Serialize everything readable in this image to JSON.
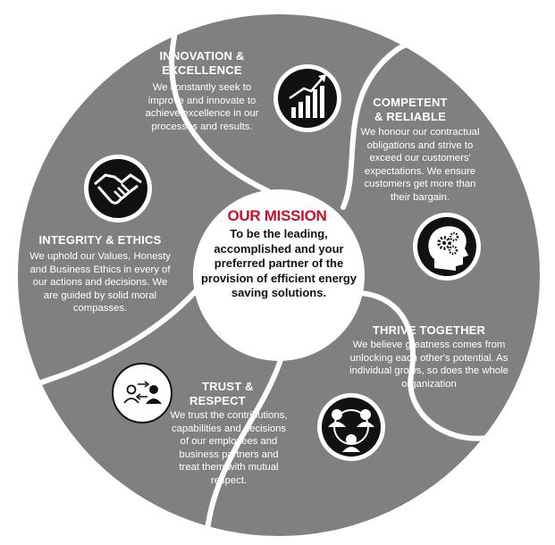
{
  "mission": {
    "title": "OUR MISSION",
    "text": "To be the leading, accomplished and your preferred partner of the provision of efficient energy saving solutions."
  },
  "segments": {
    "innovation": {
      "title_line1": "INNOVATION &",
      "title_line2": "EXCELLENCE",
      "body": "We constantly seek to improve and innovate to achieve excellence in our processes and results.",
      "icon": "growth-chart-icon"
    },
    "competent": {
      "title_line1": "COMPETENT",
      "title_line2": "& RELIABLE",
      "body": "We honour our contractual obligations and strive to exceed our customers' expectations. We ensure customers get more than their bargain.",
      "icon": "head-gears-icon"
    },
    "thrive": {
      "title": "THRIVE TOGETHER",
      "body": "We believe greatness comes from unlocking each other's potential. As individual grows, so does the whole organization",
      "icon": "team-circle-icon"
    },
    "trust": {
      "title_line1": "TRUST &",
      "title_line2": "RESPECT",
      "body": "We trust the contributions, capabilities and decisions of our employees and business partners and treat them with mutual respect.",
      "icon": "exchange-people-icon"
    },
    "integrity": {
      "title": "INTEGRITY & ETHICS",
      "body": "We uphold our Values, Honesty and Business Ethics in every of our actions and decisions. We are guided by solid moral compasses.",
      "icon": "handshake-icon"
    }
  },
  "colors": {
    "segment_gray": "#808080",
    "mission_red": "#c8102e",
    "icon_dark": "#111111",
    "text_light": "#ffffff"
  }
}
